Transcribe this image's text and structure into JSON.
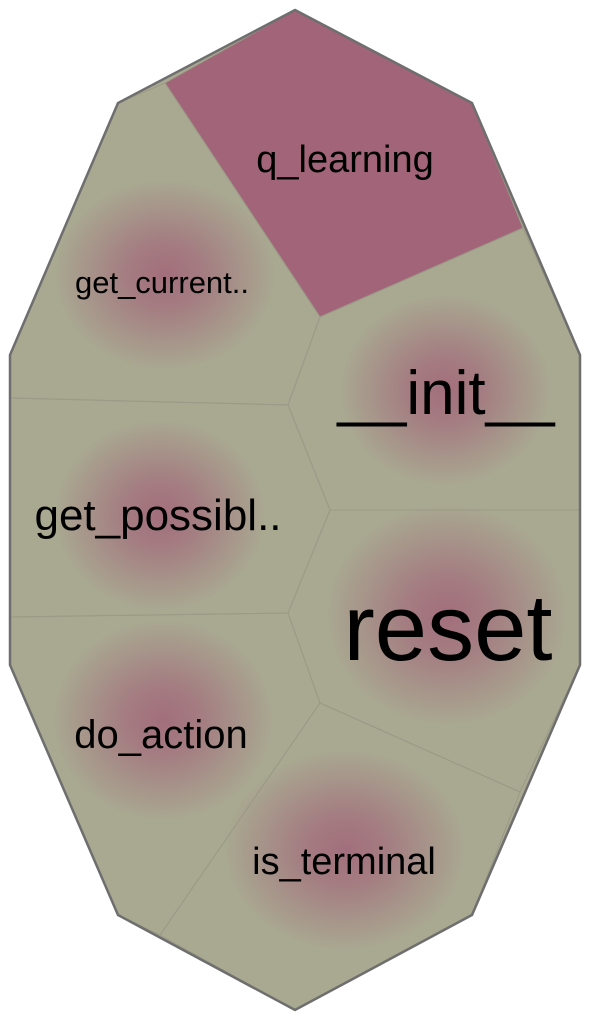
{
  "colors": {
    "background": "#ffffff",
    "cell_base": "#a9a891",
    "highlight": "#a16478",
    "blob_center": "#a16478",
    "cell_border": "#9a9a86",
    "outline": "#6e6e6e"
  },
  "cells": [
    {
      "id": "q_learning",
      "label": "q_learning",
      "highlighted": true
    },
    {
      "id": "get_current",
      "label": "get_current..",
      "highlighted": false
    },
    {
      "id": "init",
      "label": "__init__",
      "highlighted": false
    },
    {
      "id": "get_possible",
      "label": "get_possibl..",
      "highlighted": false
    },
    {
      "id": "reset",
      "label": "reset",
      "highlighted": false
    },
    {
      "id": "do_action",
      "label": "do_action",
      "highlighted": false
    },
    {
      "id": "is_terminal",
      "label": "is_terminal",
      "highlighted": false
    }
  ]
}
